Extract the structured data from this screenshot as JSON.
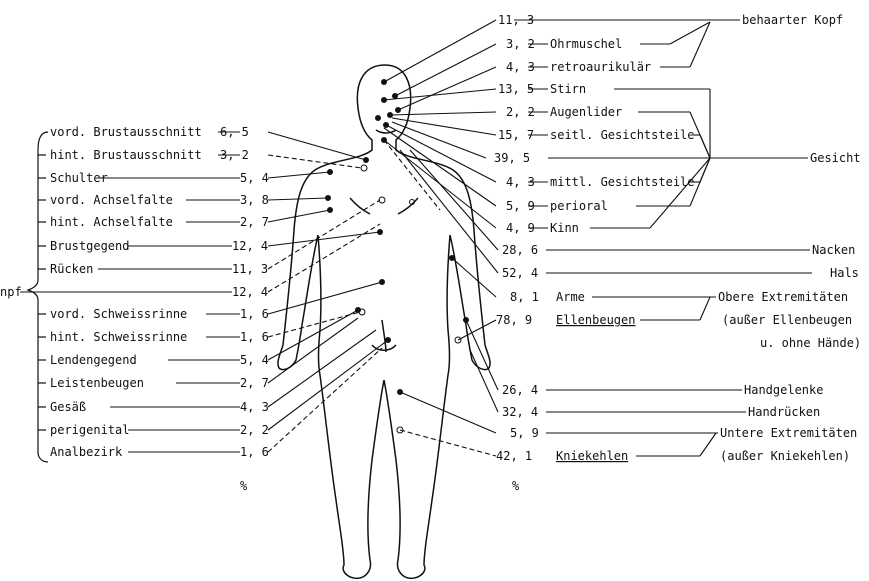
{
  "left_labels": [
    {
      "label": "vord. Brustausschnitt",
      "value": "6, 5"
    },
    {
      "label": "hint. Brustausschnitt",
      "value": "3, 2"
    },
    {
      "label": "Schulter",
      "value": "5, 4"
    },
    {
      "label": "vord. Achselfalte",
      "value": "3, 8"
    },
    {
      "label": "hint. Achselfalte",
      "value": "2, 7"
    },
    {
      "label": "Brustgegend",
      "value": "12, 4"
    },
    {
      "label": "Rücken",
      "value": "11, 3"
    },
    {
      "label": "",
      "value": "12, 4"
    },
    {
      "label": "vord. Schweissrinne",
      "value": "1, 6"
    },
    {
      "label": "hint. Schweissrinne",
      "value": "1, 6"
    },
    {
      "label": "Lendengegend",
      "value": "5, 4"
    },
    {
      "label": "Leistenbeugen",
      "value": "2, 7"
    },
    {
      "label": "Gesäß",
      "value": "4, 3"
    },
    {
      "label": "perigenital",
      "value": "2, 2"
    },
    {
      "label": "Analbezirk",
      "value": "1, 6"
    }
  ],
  "left_group": "npf",
  "right_labels": [
    {
      "value": "11, 3",
      "label": ""
    },
    {
      "value": "3, 2",
      "label": "Ohrmuschel"
    },
    {
      "value": "4, 3",
      "label": "retroaurikulär"
    },
    {
      "value": "13, 5",
      "label": "Stirn"
    },
    {
      "value": "2, 2",
      "label": "Augenlider"
    },
    {
      "value": "15, 7",
      "label": "seitl. Gesichtsteile"
    },
    {
      "value": "39, 5",
      "label": ""
    },
    {
      "value": "4, 3",
      "label": "mittl. Gesichtsteile"
    },
    {
      "value": "5, 9",
      "label": "perioral"
    },
    {
      "value": "4, 9",
      "label": "Kinn"
    },
    {
      "value": "28, 6",
      "label": ""
    },
    {
      "value": "52, 4",
      "label": ""
    },
    {
      "value": "8, 1",
      "label": "Arme"
    },
    {
      "value": "78, 9",
      "label": "Ellenbeugen"
    },
    {
      "value": "26, 4",
      "label": ""
    },
    {
      "value": "32, 4",
      "label": ""
    },
    {
      "value": "5, 9",
      "label": ""
    },
    {
      "value": "42, 1",
      "label": "Kniekehlen"
    }
  ],
  "far_right": [
    "behaarter Kopf",
    "Gesicht",
    "Nacken",
    "Hals",
    "Obere Extremitäten",
    "(außer Ellenbeugen",
    "u. ohne Hände)",
    "Handgelenke",
    "Handrücken",
    "Untere Extremitäten",
    "(außer Kniekehlen)"
  ],
  "percent_left": "%",
  "percent_right": "%"
}
